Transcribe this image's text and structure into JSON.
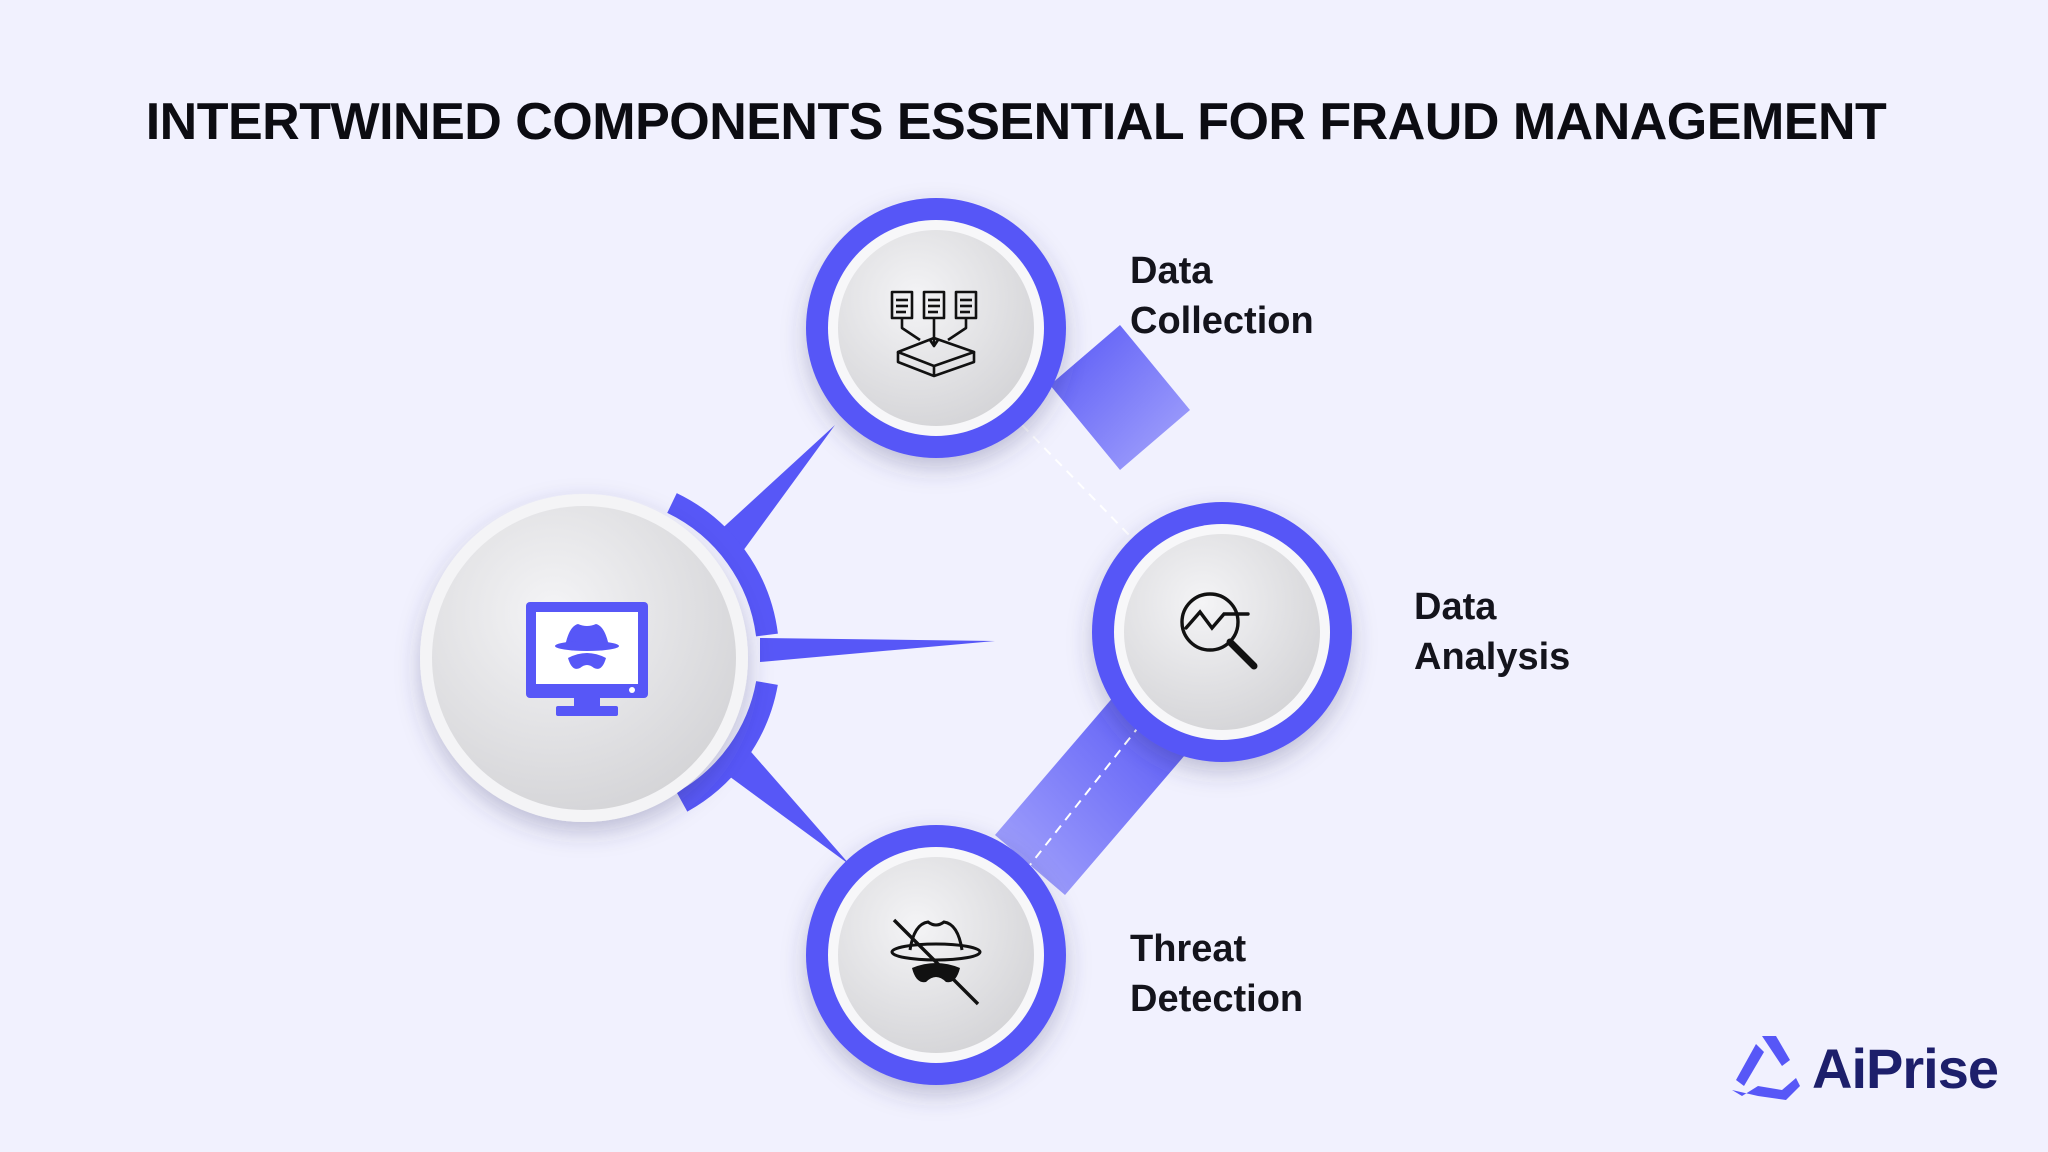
{
  "title": "INTERTWINED COMPONENTS ESSENTIAL FOR FRAUD MANAGEMENT",
  "nodes": [
    {
      "id": "data-collection",
      "line1": "Data",
      "line2": "Collection",
      "icon": "data-collection-icon"
    },
    {
      "id": "data-analysis",
      "line1": "Data",
      "line2": "Analysis",
      "icon": "magnifier-chart-icon"
    },
    {
      "id": "threat-detection",
      "line1": "Threat",
      "line2": "Detection",
      "icon": "no-spy-icon"
    }
  ],
  "hub": {
    "icon": "monitor-spy-icon"
  },
  "brand": {
    "name": "AiPrise"
  },
  "colors": {
    "accent": "#5757f7",
    "background": "#f1f1fe",
    "text": "#14141c",
    "brand_text": "#1d1f6b"
  }
}
